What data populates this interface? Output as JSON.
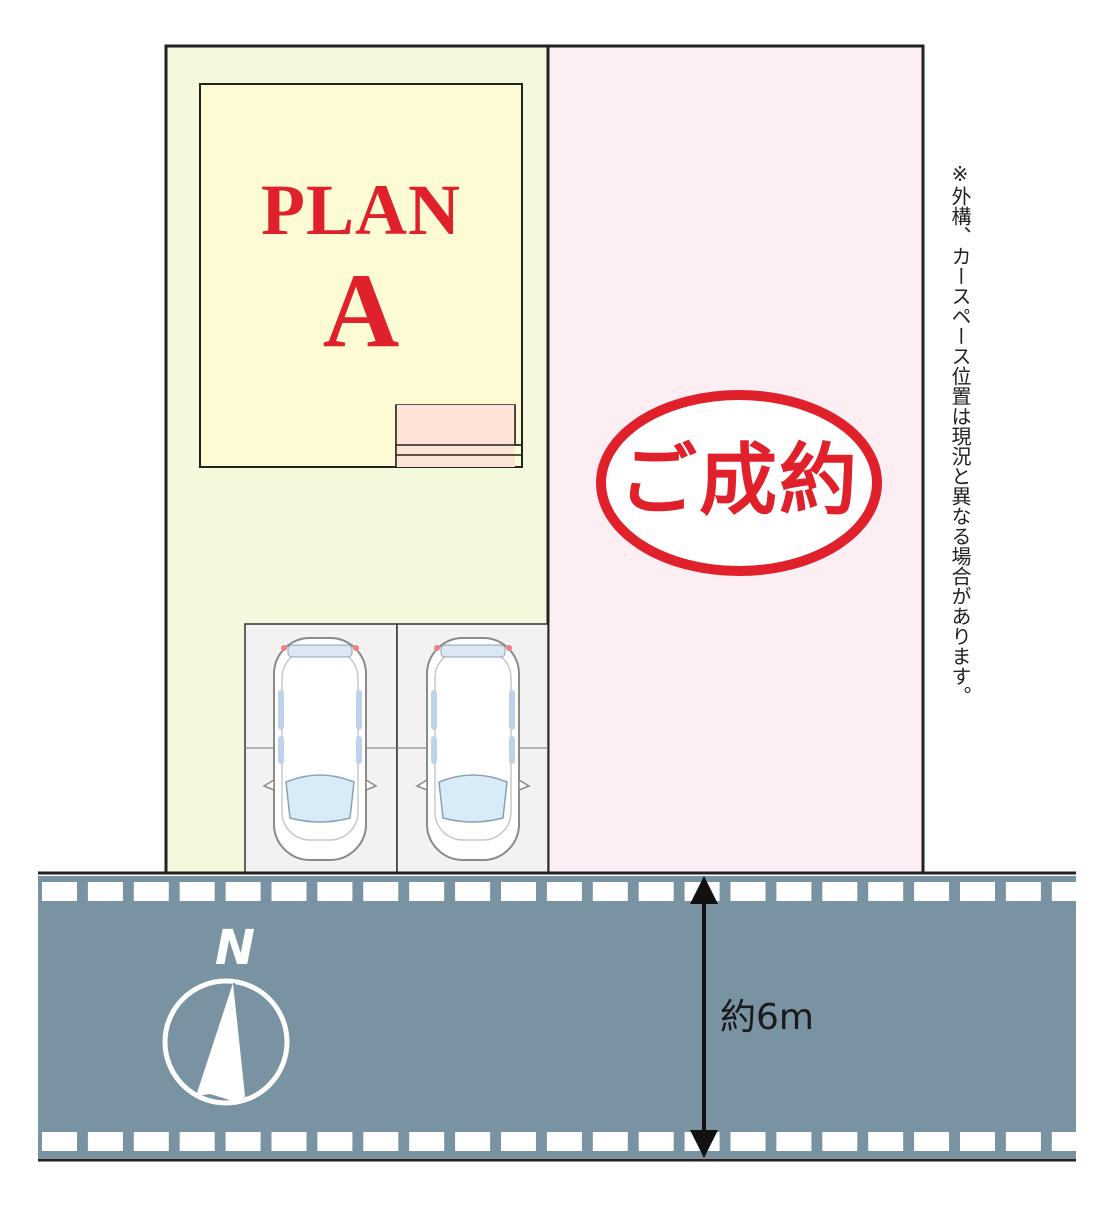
{
  "plan": {
    "line1": "PLAN",
    "line2": "A"
  },
  "sold_label": "ご成約",
  "note": "※外構、カースペース位置は現況と異なる場合があります。",
  "road": {
    "width_label": "約6m"
  },
  "compass": {
    "label": "N"
  },
  "colors": {
    "lot_a_fill": "#f4f8dd",
    "house_fill": "#fdfbd3",
    "lot_b_fill": "#fdeef3",
    "road_fill": "#7993a2",
    "accent_red": "#e0202a",
    "entry_fill": "#fde3d6",
    "parking_fill": "#f2f2f2"
  }
}
